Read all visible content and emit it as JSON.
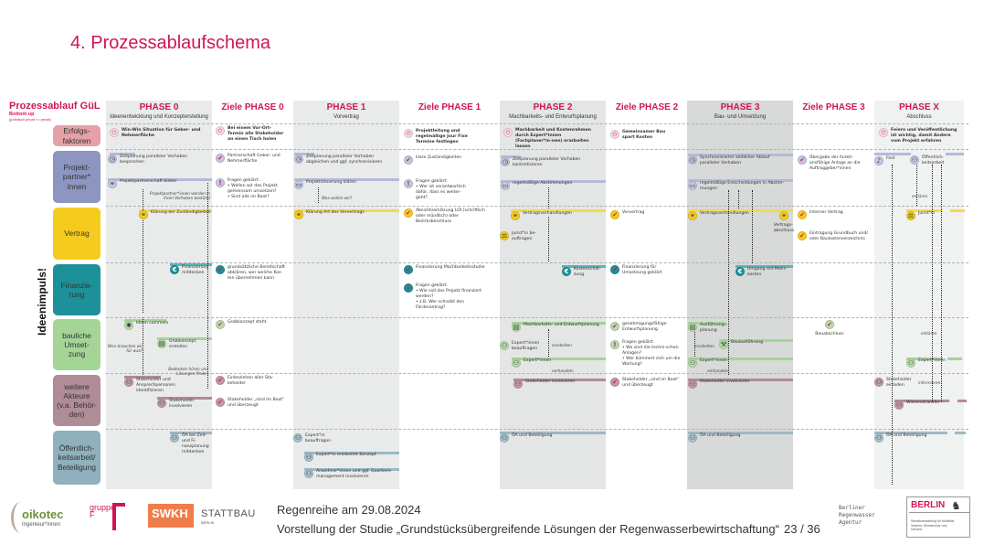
{
  "title": "4. Prozessablaufschema",
  "header": {
    "main": "Prozessablauf GüL",
    "sub": "Bottom up",
    "subsub": "(juristisch privat <> privat)"
  },
  "side_label": "Ideenimpuls!",
  "columns": [
    {
      "title": "PHASE 0",
      "sub": "Ideenentwicklung und Konzepterstellung"
    },
    {
      "title": "Ziele PHASE 0",
      "sub": ""
    },
    {
      "title": "PHASE 1",
      "sub": "Vorvertrag"
    },
    {
      "title": "Ziele PHASE 1",
      "sub": ""
    },
    {
      "title": "PHASE 2",
      "sub": "Machbarkeits- und Entwurfsplanung"
    },
    {
      "title": "Ziele PHASE 2",
      "sub": ""
    },
    {
      "title": "PHASE 3",
      "sub": "Bau- und Umsetzung"
    },
    {
      "title": "Ziele PHASE 3",
      "sub": ""
    },
    {
      "title": "PHASE X",
      "sub": "Abschluss"
    }
  ],
  "rows": [
    {
      "label": "Erfolgs-\nfaktoren",
      "color": "#e5a0a8"
    },
    {
      "label": "Projekt-\npartner*\ninnen",
      "color": "#8d96c0"
    },
    {
      "label": "Vertrag",
      "color": "#f5cc1e"
    },
    {
      "label": "Finanzie-\nrung",
      "color": "#1d9199"
    },
    {
      "label": "bauliche\nUmset-\nzung",
      "color": "#a5d497"
    },
    {
      "label": "weitere\nAkteure\n(v.a. Behör-\nden)",
      "color": "#b08c97"
    },
    {
      "label": "Öffentlich-\nkeitsarbeit/\nBeteiligung",
      "color": "#8fb0bd"
    }
  ],
  "icon_colors": {
    "erfolg": "#f3c9cd",
    "partner": "#c4c8e0",
    "vertrag": "#f5cc1e",
    "finanz": "#1d9199",
    "bau": "#b7dcaa",
    "weitere": "#c09ca6",
    "oeff": "#a9c2cd",
    "check": "#d81b4a"
  },
  "items": [
    {
      "text": "Win-Win Situation für Geber- und Nehmerfläche",
      "icon": "star-icon",
      "row": "erfolg"
    },
    {
      "text": "Bei einem Vor-Ort-Termin alle Stakeholder an einen Tisch holen",
      "icon": "star-icon",
      "row": "erfolg"
    },
    {
      "text": "Projektleitung und regelmäßige Jour Fixe Termine festlegen",
      "icon": "star-icon",
      "row": "erfolg"
    },
    {
      "text": "Machbarkeit und Kostenrahmen durch Expert*innen (Fachplaner*in-nen) erarbeiten lassen",
      "icon": "star-icon",
      "row": "erfolg"
    },
    {
      "text": "Gemeinsamer Bau spart Kosten",
      "icon": "star-icon",
      "row": "erfolg"
    },
    {
      "text": "Feiern und Veröffentlichung ist wichtig, damit Andere vom Projekt erfahren",
      "icon": "star-icon",
      "row": "erfolg"
    },
    {
      "text": "Zeitplanung paralleler Vorhaben besprechen",
      "icon": "clock-icon",
      "row": "partner"
    },
    {
      "text": "Projektpartnerschaft bilden",
      "icon": "handshake-icon",
      "row": "partner"
    },
    {
      "text": "Partnerschaft Geber- und Nehmerfläche",
      "icon": "check-icon",
      "row": "partner"
    },
    {
      "text": "Fragen geklärt:\n•  Wollen wir das Projekt gemeinsam umsetzen?\n•  Sind alle im Boot?",
      "icon": "exclamation-icon",
      "row": "partner"
    },
    {
      "text": "Zeitplanung paralleler Vorhaben abgleichen und ggf. synchronisieren",
      "icon": "clock-icon",
      "row": "partner"
    },
    {
      "text": "Projektsteuerung klären",
      "icon": "steering-icon",
      "row": "partner"
    },
    {
      "text": "klare Zuständigkeiten",
      "icon": "check-icon",
      "row": "partner"
    },
    {
      "text": "Fragen geklärt:\n•  Wer ist verantwortlich dafür, dass es weiter-geht?",
      "icon": "exclamation-icon",
      "row": "partner"
    },
    {
      "text": "Zeitplanung paralleler Vorhaben konkretisieren",
      "icon": "clock-icon",
      "row": "partner"
    },
    {
      "text": "regelmäßige Abstimmungen",
      "icon": "steering-icon",
      "row": "partner"
    },
    {
      "text": "Synchronisierter zeitlicher Ablauf paralleler Vorhaben",
      "icon": "clock-icon",
      "row": "partner"
    },
    {
      "text": "regelmäßige Entscheidungen in Abstim-mungen",
      "icon": "steering-icon",
      "row": "partner"
    },
    {
      "text": "Übergabe der funkti-onsfähige Anlage an die Auftraggeber*innen",
      "icon": "check-icon",
      "row": "partner"
    },
    {
      "text": "Fest",
      "icon": "party-icon",
      "row": "partner"
    },
    {
      "text": "Öffentlich-keitsarbeit",
      "icon": "people-icon",
      "row": "partner"
    },
    {
      "text": "Klärung der Zuständigkeiten",
      "icon": "handshake-icon",
      "row": "vertrag"
    },
    {
      "text": "Klärung Art des Vorvertrags",
      "icon": "handshake-icon",
      "row": "vertrag"
    },
    {
      "text": "Absichtserklärung LOI (schriftlich oder mündlich) oder Bezirksbeschluss",
      "icon": "check-icon",
      "row": "vertrag"
    },
    {
      "text": "Vertragsverhandlungen",
      "icon": "handshake-icon",
      "row": "vertrag"
    },
    {
      "text": "Jurist*in be-auftragen",
      "icon": "jurist-icon",
      "row": "vertrag"
    },
    {
      "text": "Vorvertrag",
      "icon": "check-icon",
      "row": "vertrag"
    },
    {
      "text": "Vertragsverhandlungen",
      "icon": "handshake-icon",
      "row": "vertrag"
    },
    {
      "text": "Vertrags-\nabschluss",
      "icon": "handshake-icon",
      "row": "vertrag"
    },
    {
      "text": "Interner Vertrag",
      "icon": "check-icon",
      "row": "vertrag"
    },
    {
      "text": "Eintragung Grundbuch und/ oder Baulastenverzeichnis",
      "icon": "check-icon",
      "row": "vertrag"
    },
    {
      "text": "Jurist*in",
      "icon": "jurist-icon",
      "row": "vertrag"
    },
    {
      "text": "Finanzierung mitdenken",
      "icon": "euro-icon",
      "row": "finanz"
    },
    {
      "text": "grundsätzliche Bereitschaft abklären, wer welche Kos-ten übernehmen kann",
      "icon": "check-icon",
      "row": "finanz"
    },
    {
      "text": "Finanzierung Machbarkeitsstudie",
      "icon": "check-icon",
      "row": "finanz"
    },
    {
      "text": "Fragen geklärt:\n•  Wie soll das Projekt finanziert werden?\n•  z.B. Wer schreibt den Förderantrag?",
      "icon": "exclamation-icon",
      "row": "finanz"
    },
    {
      "text": "Kostenschät-zung",
      "icon": "euro-icon",
      "row": "finanz"
    },
    {
      "text": "Finanzierung für Umsetzung geklärt",
      "icon": "check-icon",
      "row": "finanz"
    },
    {
      "text": "Umgang mit Mehr-kosten",
      "icon": "euro-icon",
      "row": "finanz"
    },
    {
      "text": "Ideen sammeln",
      "icon": "lightbulb-icon",
      "row": "bau"
    },
    {
      "text": "Grobkonzept erstellen",
      "icon": "plan-icon",
      "row": "bau"
    },
    {
      "text": "Grobkonzept steht",
      "icon": "check-icon",
      "row": "bau"
    },
    {
      "text": "Machbarkeits- und Entwurfsplanung",
      "icon": "plan-icon",
      "row": "bau"
    },
    {
      "text": "Expert*innen beauftragen",
      "icon": "people-icon",
      "row": "bau"
    },
    {
      "text": "Expert*innen",
      "icon": "people-icon",
      "row": "bau"
    },
    {
      "text": "genehmigungsfähige Entwurfsplanung",
      "icon": "check-icon",
      "row": "bau"
    },
    {
      "text": "Fragen geklärt:\n•  Wo sind die techni-schen Anlagen?\n•  Wer kümmert sich um die Wartung?",
      "icon": "exclamation-icon",
      "row": "bau"
    },
    {
      "text": "Ausführungs-planung",
      "icon": "plan-icon",
      "row": "bau"
    },
    {
      "text": "Bauausführung",
      "icon": "build-icon",
      "row": "bau"
    },
    {
      "text": "Expert*innen",
      "icon": "people-icon",
      "row": "bau"
    },
    {
      "text": "Bauabschluss",
      "icon": "check-icon",
      "row": "bau"
    },
    {
      "text": "Expert*innen",
      "icon": "people-icon",
      "row": "bau"
    },
    {
      "text": "Stakeholder und Ansprechpersonen identifizieren",
      "icon": "people-icon",
      "row": "weitere"
    },
    {
      "text": "Stakeholder involvieren",
      "icon": "people-icon",
      "row": "weitere"
    },
    {
      "text": "Einbeziehen aller Sta-keholder",
      "icon": "check-icon",
      "row": "weitere"
    },
    {
      "text": "Stakeholder „sind im Boot“ und überzeugt",
      "icon": "check-icon",
      "row": "weitere"
    },
    {
      "text": "Stakeholder involvieren",
      "icon": "people-icon",
      "row": "weitere"
    },
    {
      "text": "Stakeholder „sind im Boot“ und überzeugt",
      "icon": "check-icon",
      "row": "weitere"
    },
    {
      "text": "Stakeholder involvieren",
      "icon": "people-icon",
      "row": "weitere"
    },
    {
      "text": "Stakeholder einladen",
      "icon": "people-icon",
      "row": "weitere"
    },
    {
      "text": "Wissenstransfer",
      "icon": "people-icon",
      "row": "weitere"
    },
    {
      "text": "ÖA bei Zeit- und Fi-nanzplanung mitdenken",
      "icon": "people-icon",
      "row": "oeff"
    },
    {
      "text": "Expert*in beauftragen",
      "icon": "people-icon",
      "row": "oeff"
    },
    {
      "text": "Expert*in erarbeitet Konzept",
      "icon": "people-icon",
      "row": "oeff"
    },
    {
      "text": "Anwohner*innen und ggf. Quartiers-management involvieren",
      "icon": "people-icon",
      "row": "oeff"
    },
    {
      "text": "ÖA und Beteiligung",
      "icon": "people-icon",
      "row": "oeff"
    },
    {
      "text": "ÖA und Beteiligung",
      "icon": "people-icon",
      "row": "oeff"
    },
    {
      "text": "ÖA und Beteiligung",
      "icon": "people-icon",
      "row": "oeff"
    }
  ],
  "notes": [
    "Projektpartner*innen werden in ihren Vorhaben bestärkt",
    "Was wollen wir?",
    "erklären",
    "Wen brauchen wir für was?",
    "Bedenken hören und Lösungen finden",
    "erarbeiten",
    "verhandeln",
    "erarbeiten",
    "verhandeln",
    "erklären",
    "informieren"
  ],
  "footer": {
    "line1": "Regenreihe am 29.08.2024",
    "line2": "Vorstellung der Studie „Grundstücksübergreifende Lösungen der Regenwasserbewirtschaftung“",
    "page": "23 / 36",
    "logos": {
      "oikotec": "oikotec",
      "oikotec_sub": "Ingenieur*innen",
      "gruppe": "gruppe F",
      "swkh": "SWKH",
      "stattbau": "STATTBAU",
      "stattbau_sub": "BERLIN",
      "bra": "Berliner Regenwasser Agentur",
      "berlin": "BERLIN",
      "berlin_sub": "Senatsverwaltung für Mobilität, Verkehr, Klimaschutz und Umwelt"
    }
  }
}
